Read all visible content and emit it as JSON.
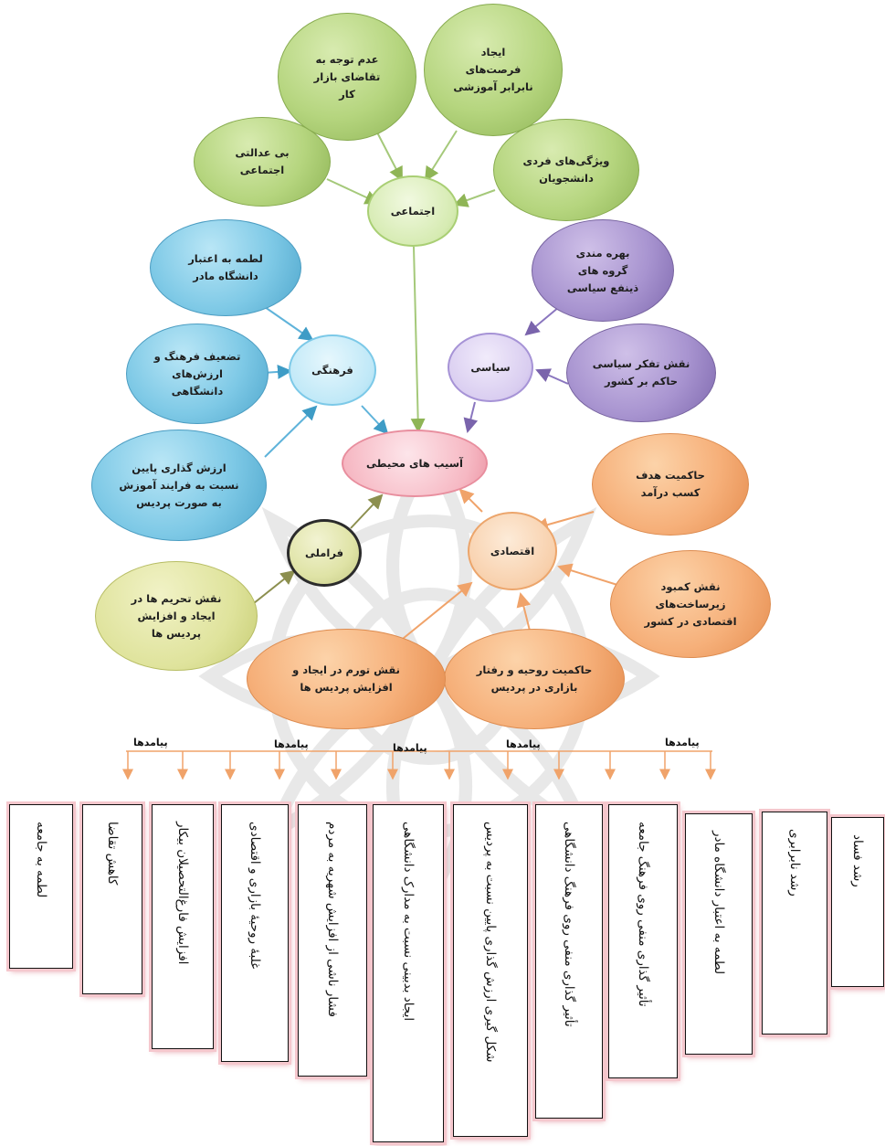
{
  "colors": {
    "green": "#a9cd74",
    "blue": "#6cc0e2",
    "purple": "#a08ed0",
    "orange": "#f4a96e",
    "pink": "#f4b4c0",
    "yellow": "#dfe39c",
    "arrow_orange": "#f0a36a",
    "box_shadow_pink": "#f5c7cd"
  },
  "center": {
    "label": "آسیب های محیطی"
  },
  "categories": {
    "social": "اجتماعی",
    "cultural": "فرهنگی",
    "political": "سیاسی",
    "economic": "اقتصادی",
    "transnational": "فراملی"
  },
  "causes": {
    "social_injustice": "بی عدالتی\nاجتماعی",
    "market_demand": "عدم توجه به\nتقاضای بازار\nکار",
    "unequal_opportunity": "ایجاد\nفرصت‌های\nنابرابر آموزشی",
    "student_traits": "ویژگی‌های فردی\nدانشجویان",
    "mother_univ_credit": "لطمه به اعتبار\nدانشگاه مادر",
    "culture_weakening": "تضعیف فرهنگ و\nارزش‌های\nدانشگاهی",
    "low_value": "ارزش گذاری پایین\nنسبت به فرایند آموزش\nبه صورت پردیس",
    "political_groups": "بهره مندی\nگروه های\nذینفع سیاسی",
    "political_thought": "نقش تفکر سیاسی\nحاکم بر کشور",
    "income_goal": "حاکمیت هدف\nکسب درآمد",
    "infrastructure": "نقش کمبود\nزیرساخت‌های\nاقتصادی در کشور",
    "market_behavior": "حاکمیت روحیه و رفتار\nبازاری در پردیس",
    "inflation": "نقش تورم در ایجاد و\nافزایش  پردیس ها",
    "sanctions": "نقش تحریم ها در\nایجاد و افزایش\nپردیس ها"
  },
  "outcomes_label": "پیامدها",
  "outcomes": [
    "لطمه به جامعه",
    "کاهش تقاضا",
    "افزایش فارغ‌التحصیلان بیکار",
    "غلبهٔ روحیهٔ بازاری و اقتصادی",
    "فشار ناشی از افزایش شهریه به مردم",
    "ایجاد بدبینی نسبت به مدارک دانشگاهی",
    "شکل گیری ارزش گذاری پایین نسبت به پردیس",
    "تأثیر گذاری منفی روی فرهنگ دانشگاهی",
    "تأثیر گذاری منفی روی فرهنگ جامعه",
    "لطمه به اعتبار دانشگاه مادر",
    "رشد نابرابری",
    "رشد فساد"
  ]
}
